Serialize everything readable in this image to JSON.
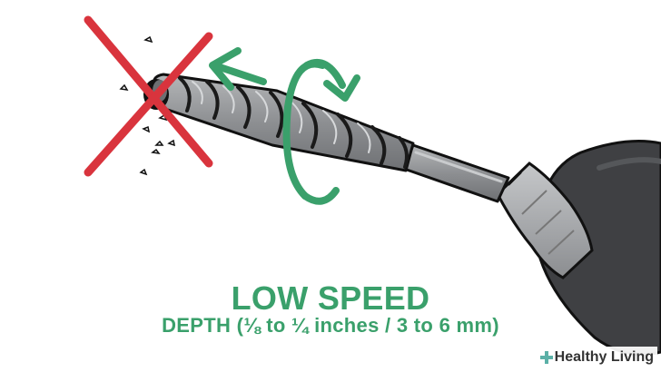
{
  "caption": {
    "title": "LOW SPEED",
    "subtitle": "DEPTH  (⅛ to ¼ inches / 3 to 6 mm)"
  },
  "watermark": {
    "text": "Healthy Living"
  },
  "colors": {
    "accent": "#3aa06b",
    "cross": "#d9343d",
    "drill_body": "#3f4043",
    "bit": "#8d8f92",
    "chuck": "#a9abad"
  },
  "icons": {
    "cross": "red-x-icon",
    "direction": "arrow-left-icon",
    "rotation": "rotation-arrow-icon"
  }
}
